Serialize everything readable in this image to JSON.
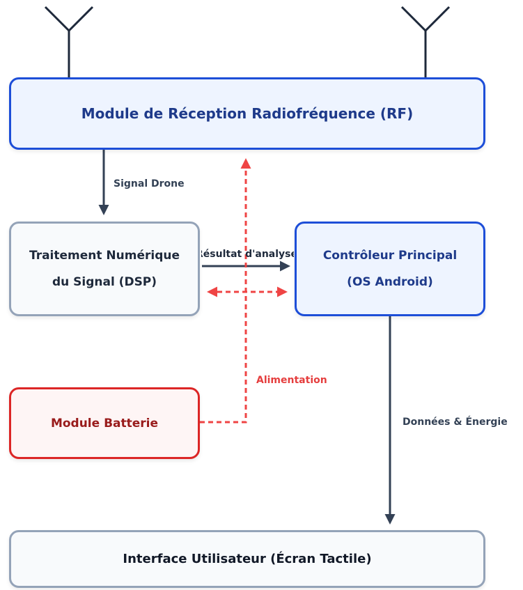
{
  "colors": {
    "blue_border": "#1d4ed8",
    "blue_text": "#1e3a8a",
    "gray_border": "#94a3b8",
    "red_border": "#dc2626",
    "red_text": "#991b1b",
    "arrow_dark": "#334155",
    "arrow_power": "#ef4444"
  },
  "nodes": {
    "rf_module": {
      "label": "Module de Réception Radiofréquence (RF)"
    },
    "dsp": {
      "line1": "Traitement Numérique",
      "line2": "du Signal (DSP)"
    },
    "controller": {
      "line1": "Contrôleur Principal",
      "line2": "(OS Android)"
    },
    "battery": {
      "label": "Module Batterie"
    },
    "user_interface": {
      "label": "Interface Utilisateur (Écran Tactile)"
    }
  },
  "edges": {
    "signal_label": "Signal Drone",
    "result_label": "Résultat d'analyse",
    "power_label": "Alimentation",
    "data_label": "Données & Énergie"
  },
  "icons": {
    "antenna_left": "antenna-icon",
    "antenna_right": "antenna-icon"
  }
}
